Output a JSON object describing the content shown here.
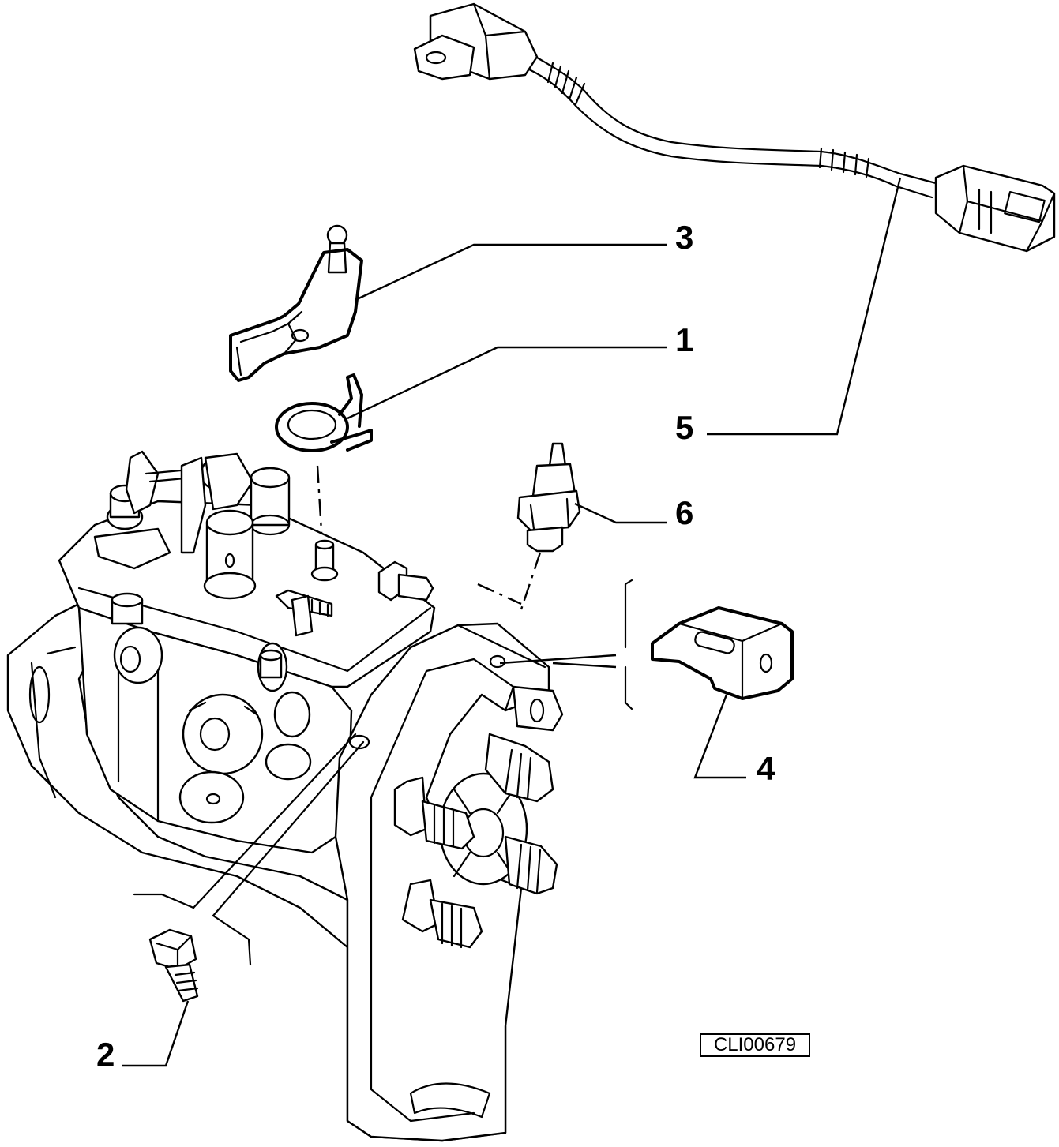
{
  "diagram": {
    "callouts": [
      {
        "id": "3",
        "label": "3"
      },
      {
        "id": "1",
        "label": "1"
      },
      {
        "id": "5",
        "label": "5"
      },
      {
        "id": "6",
        "label": "6"
      },
      {
        "id": "4",
        "label": "4"
      },
      {
        "id": "2",
        "label": "2"
      }
    ],
    "reference_code": "CLI00679"
  }
}
